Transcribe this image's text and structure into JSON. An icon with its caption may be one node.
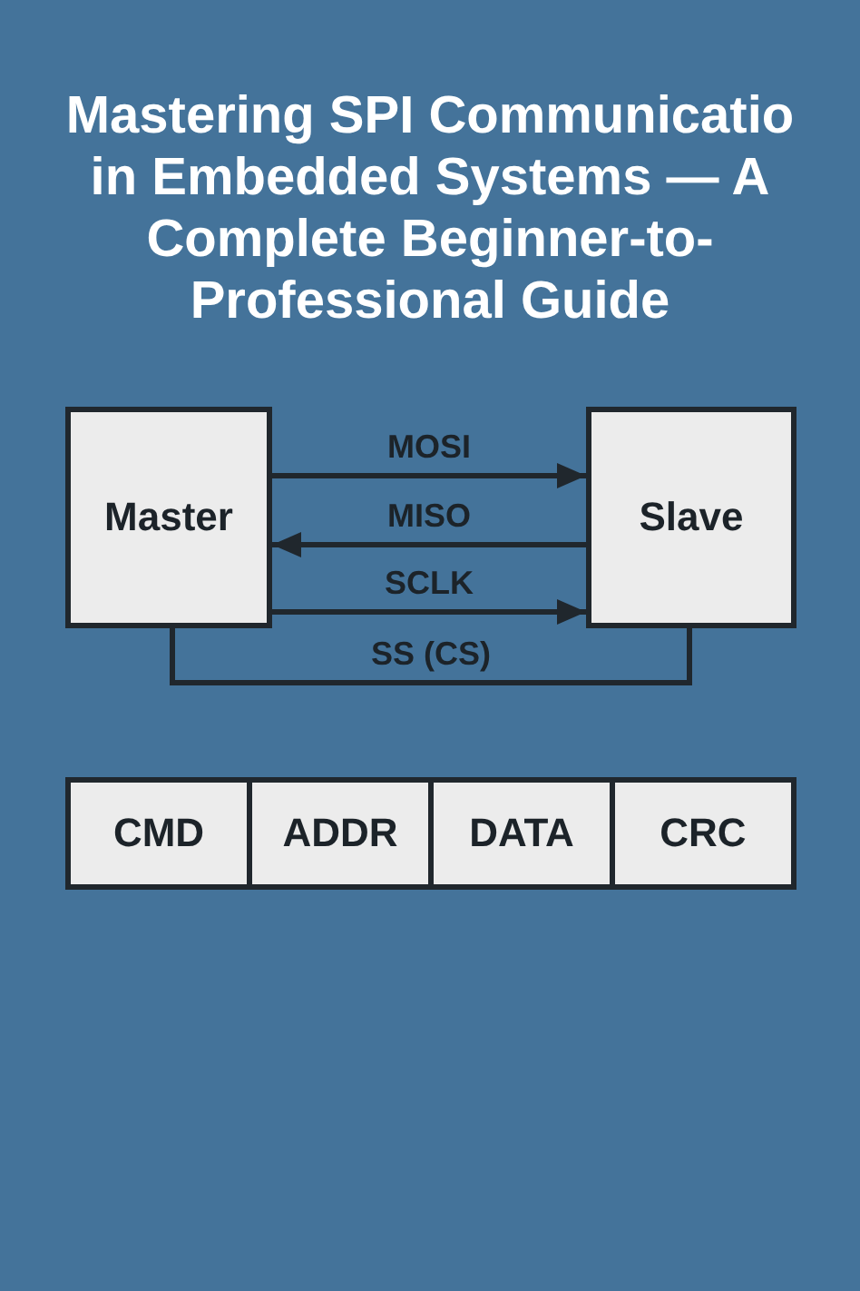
{
  "diagram": {
    "title": "Mastering SPI Communicatio in Embedded Systems — A Complete Beginner-to-Professional Guide",
    "nodes": [
      {
        "text": [
          "Master"
        ]
      },
      {
        "text": [
          "Slave"
        ]
      },
      {
        "text": [
          "CMD"
        ]
      },
      {
        "text": [
          "ADDR"
        ]
      },
      {
        "text": [
          "DATA"
        ]
      },
      {
        "text": [
          "CRC"
        ]
      }
    ],
    "edges": [
      {
        "from": 0,
        "to": 1,
        "arrow": "to",
        "label": "MOSI"
      },
      {
        "from": 1,
        "to": 0,
        "arrow": "to",
        "label": "MISO"
      },
      {
        "from": 0,
        "to": 1,
        "arrow": "to",
        "label": "SCLK"
      },
      {
        "from": 0,
        "to": 1,
        "arrow": "none",
        "label": "SS (CS)"
      }
    ]
  }
}
